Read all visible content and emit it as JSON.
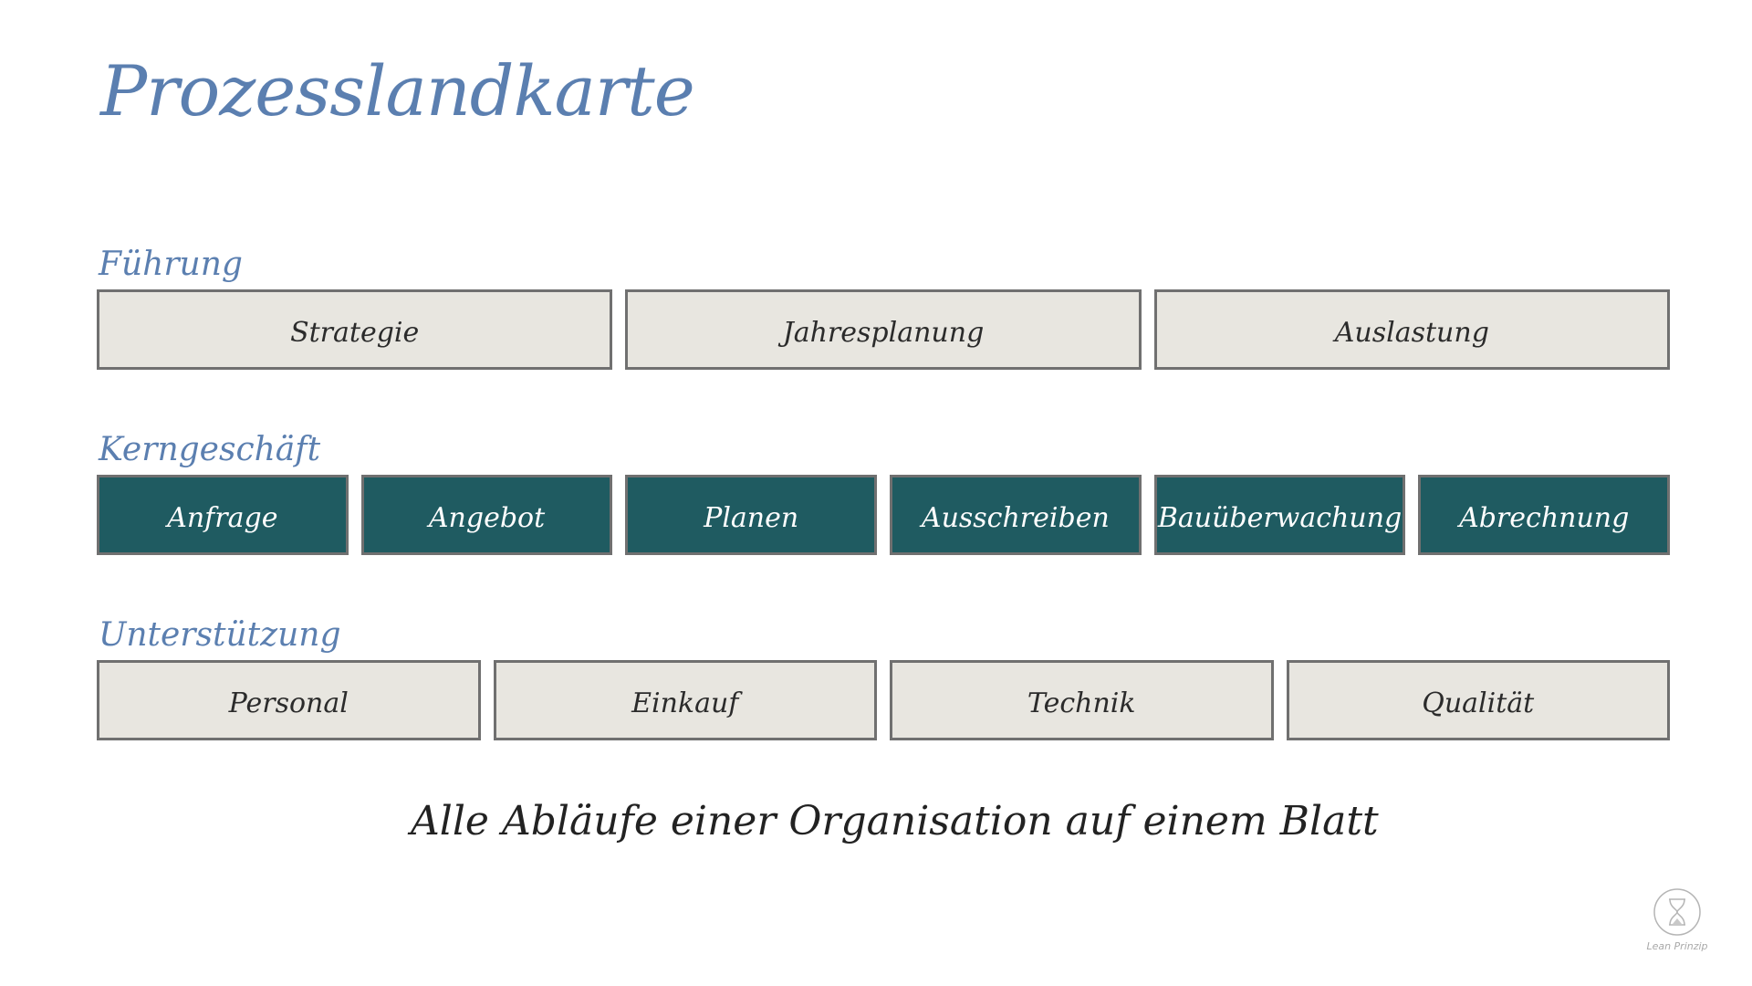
{
  "title": "Prozesslandkarte",
  "sections": [
    {
      "label": "Führung",
      "style": "light",
      "items": [
        "Strategie",
        "Jahresplanung",
        "Auslastung"
      ]
    },
    {
      "label": "Kerngeschäft",
      "style": "dark",
      "items": [
        "Anfrage",
        "Angebot",
        "Planen",
        "Ausschreiben",
        "Bauüberwachung",
        "Abrechnung"
      ]
    },
    {
      "label": "Unterstützung",
      "style": "light",
      "items": [
        "Personal",
        "Einkauf",
        "Technik",
        "Qualität"
      ]
    }
  ],
  "caption": "Alle Abläufe einer Organisation auf einem Blatt",
  "logo": {
    "text": "Lean Prinzip",
    "icon": "hourglass-icon"
  },
  "colors": {
    "title": "#5b7fb0",
    "light_box": "#e8e6e0",
    "dark_box": "#1f5b61",
    "border": "#707070"
  }
}
